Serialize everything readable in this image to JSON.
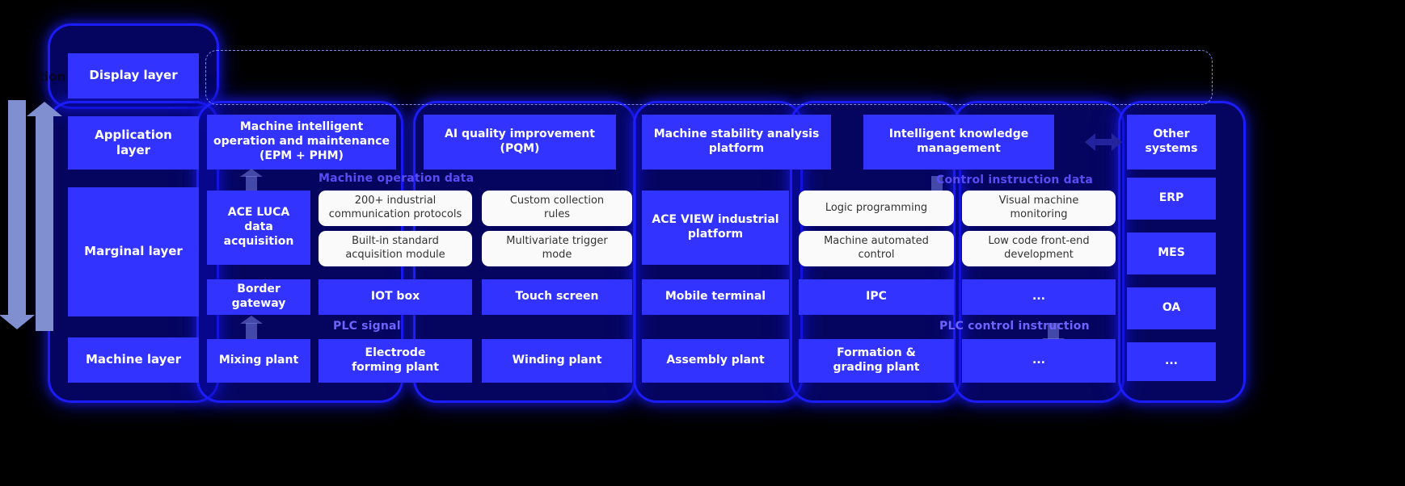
{
  "diagram": {
    "title_fragment": "tion",
    "flow_arrows": {
      "left_down": "down-arrow",
      "left_up": "up-arrow"
    },
    "layers": [
      {
        "key": "display",
        "label": "Display layer"
      },
      {
        "key": "application",
        "label": "Application\nlayer"
      },
      {
        "key": "marginal",
        "label": "Marginal layer"
      },
      {
        "key": "machine",
        "label": "Machine layer"
      }
    ],
    "application_row": [
      "Machine intelligent\noperation and maintenance\n(EPM + PHM)",
      "AI quality improvement\n(PQM)",
      "Machine stability analysis\nplatform",
      "Intelligent knowledge\nmanagement"
    ],
    "marginal": {
      "left_platform": "ACE LUCA data\nacquisition",
      "right_platform": "ACE VIEW industrial\nplatform",
      "left_cards": [
        "200+ industrial\ncommunication protocols",
        "Custom collection\nrules",
        "Built-in standard\nacquisition module",
        "Multivariate trigger\nmode"
      ],
      "right_cards": [
        "Logic programming",
        "Visual machine\nmonitoring",
        "Machine automated\ncontrol",
        "Low code front-end\ndevelopment"
      ],
      "device_row": [
        "Border gateway",
        "IOT box",
        "Touch screen",
        "Mobile terminal",
        "IPC",
        "..."
      ]
    },
    "machine_row": [
      "Mixing plant",
      "Electrode\nforming plant",
      "Winding plant",
      "Assembly plant",
      "Formation &\ngrading plant",
      "..."
    ],
    "external_column": [
      "Other\nsystems",
      "ERP",
      "MES",
      "OA",
      "..."
    ],
    "flow_bands": [
      {
        "label": "Machine operation data",
        "direction": "up"
      },
      {
        "label": "Control instruction data",
        "direction": "down"
      },
      {
        "label": "PLC signal",
        "direction": "up"
      },
      {
        "label": "PLC control instruction",
        "direction": "down"
      }
    ],
    "colors": {
      "background": "#000000",
      "box_blue": "#3333ff",
      "card_white": "#fafafa",
      "card_text": "#333333",
      "glow_blue": "#1414ff",
      "band_purple": "#5b4bf5",
      "arrow_gray_blue": "#7f8fd0",
      "dashed_border": "#7a8cf0"
    }
  }
}
